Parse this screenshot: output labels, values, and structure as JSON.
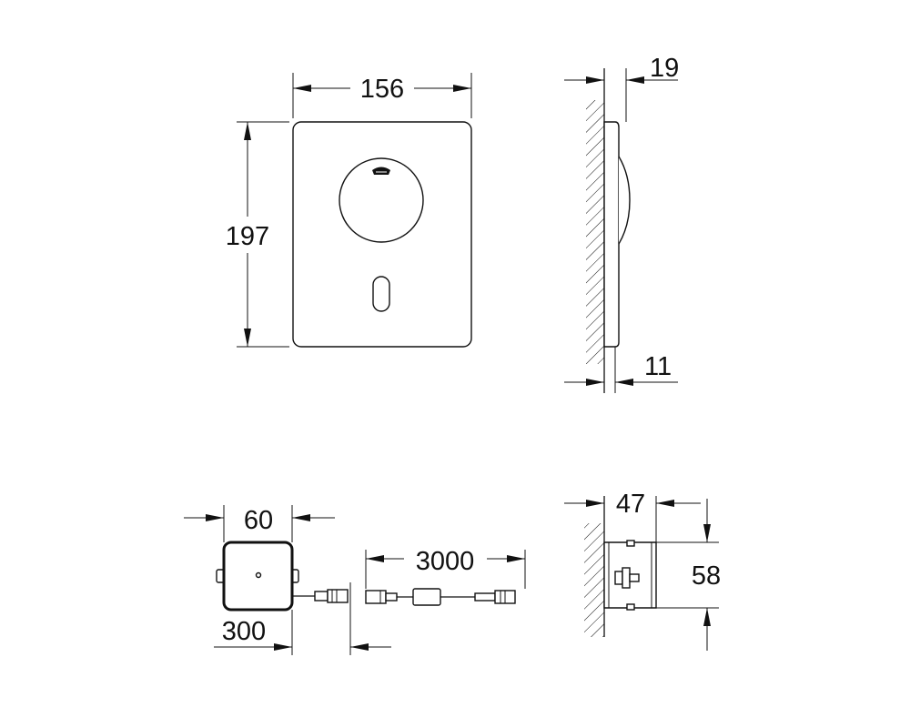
{
  "dimensions": {
    "plate_width": "156",
    "plate_height": "197",
    "side_depth_top": "19",
    "side_depth_bottom": "11",
    "box_width": "60",
    "cable_length": "3000",
    "cable_offset": "300",
    "box_depth": "47",
    "box_height": "58"
  }
}
